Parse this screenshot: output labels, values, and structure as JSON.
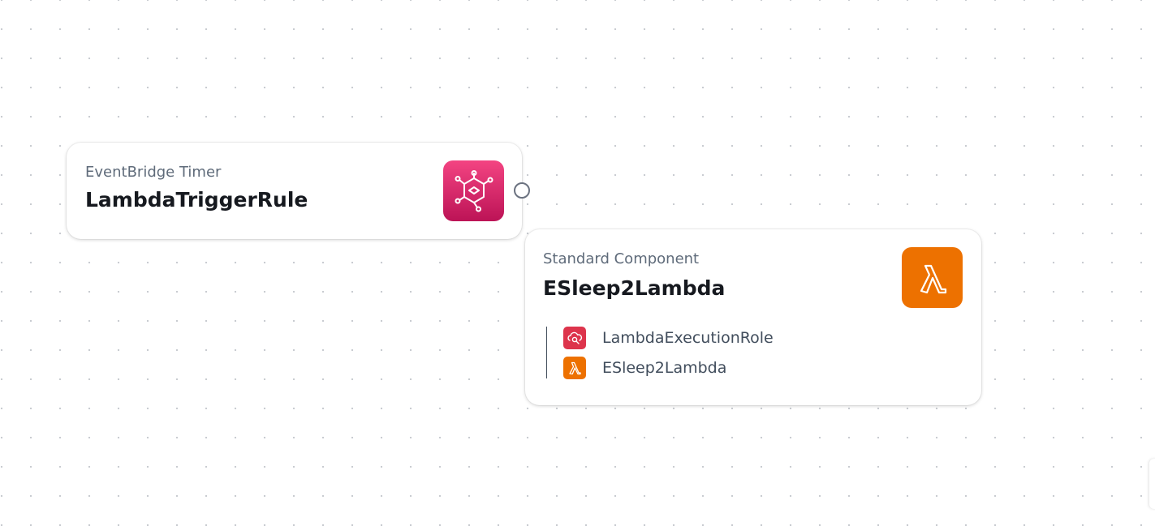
{
  "canvas": {
    "background": "dot-grid",
    "dot_color": "#c9ccd1"
  },
  "nodes": [
    {
      "kind": "EventBridge Timer",
      "name": "LambdaTriggerRule",
      "icon": "eventbridge-icon",
      "icon_color": "#e7157b"
    },
    {
      "kind": "Standard Component",
      "name": "ESleep2Lambda",
      "icon": "lambda-icon",
      "icon_color": "#ed7100",
      "resources": [
        {
          "label": "LambdaExecutionRole",
          "icon": "iam-role-icon",
          "icon_color": "#dd344c"
        },
        {
          "label": "ESleep2Lambda",
          "icon": "lambda-icon",
          "icon_color": "#ed7100"
        }
      ]
    }
  ]
}
